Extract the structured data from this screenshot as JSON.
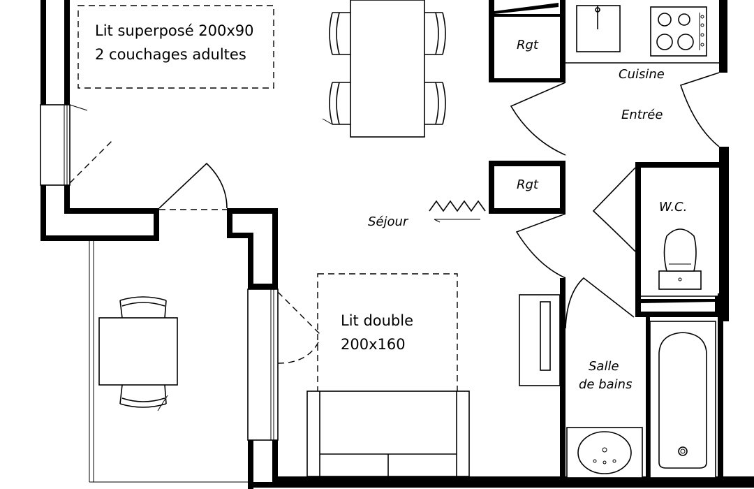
{
  "beds": {
    "bunk_line1": "Lit superposé 200x90",
    "bunk_line2": "2 couchages adultes",
    "double_line1": "Lit double",
    "double_line2": "200x160"
  },
  "rooms": {
    "storage_top": "Rgt",
    "storage_mid": "Rgt",
    "kitchen": "Cuisine",
    "entrance": "Entrée",
    "living": "Séjour",
    "wc": "W.C.",
    "bathroom_line1": "Salle",
    "bathroom_line2": "de bains"
  },
  "colors": {
    "wall": "#000000",
    "background": "#ffffff"
  }
}
